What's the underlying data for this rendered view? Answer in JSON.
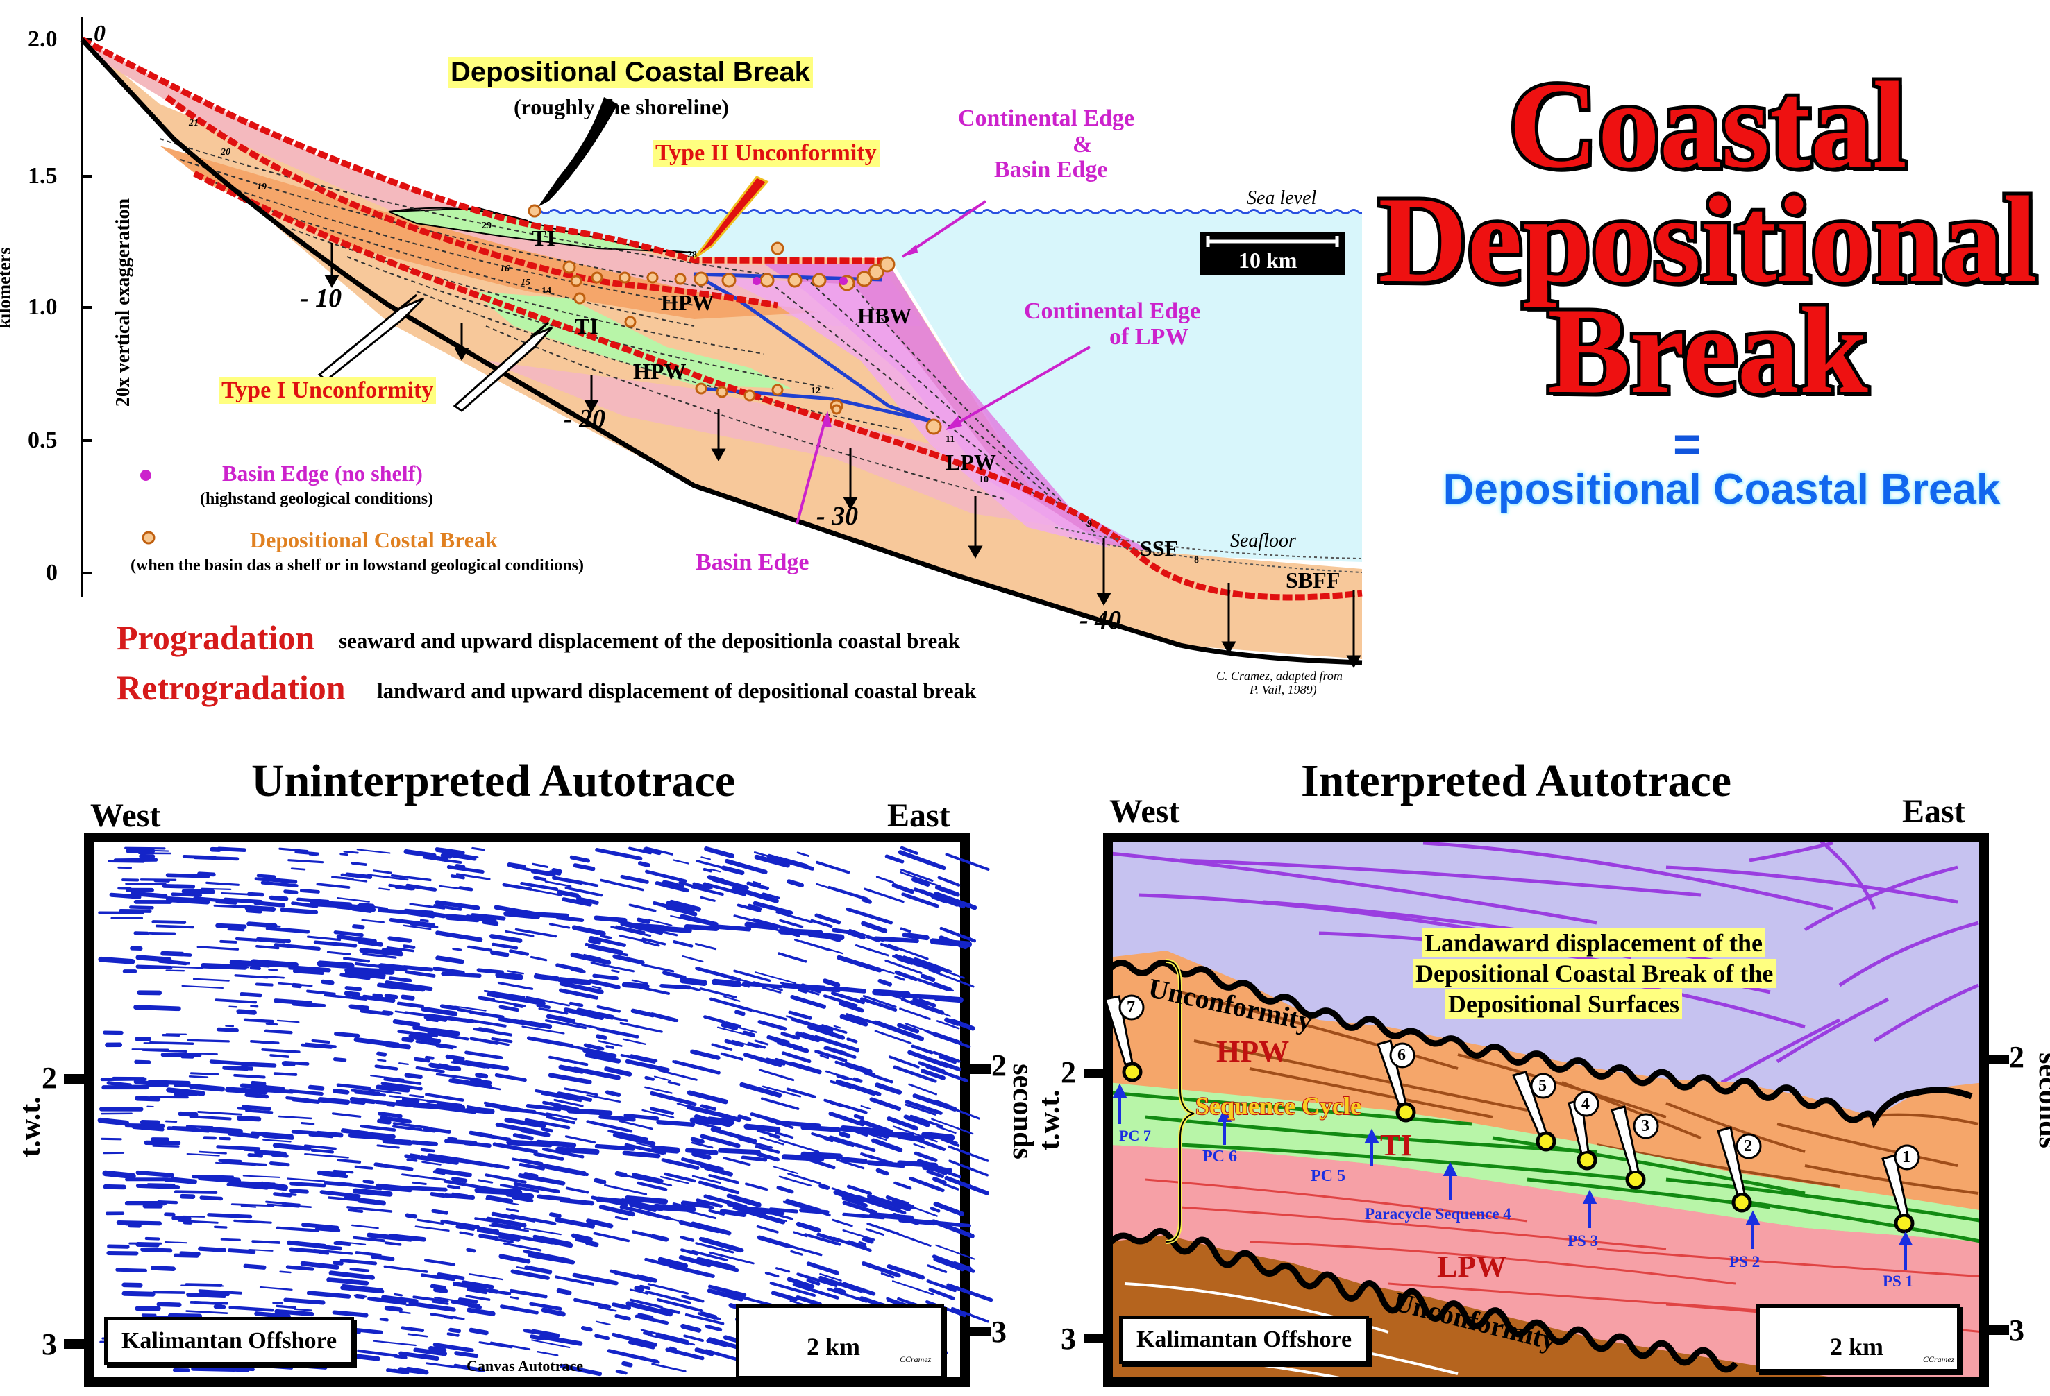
{
  "main_title": {
    "line1": "Coastal",
    "line2": "Depositional",
    "line3": "Break"
  },
  "equals_sign": "=",
  "subtitle": "Depositional Coastal Break",
  "top_diagram": {
    "y_axis": {
      "label_units": "kilometers",
      "label_exaggeration": "20x vertical exaggeration",
      "ticks": [
        "2.0",
        "1.5",
        "1.0",
        "0.5",
        "0"
      ]
    },
    "depth_labels": [
      "0",
      "- 10",
      "- 20",
      "- 30",
      "- 40"
    ],
    "callouts": {
      "dcb_title": "Depositional Coastal Break",
      "dcb_sub": "(roughly the shoreline)",
      "type2": "Type II Unconformity",
      "type1": "Type I Unconformity",
      "continental_edge": "Continental Edge",
      "amp": "&",
      "basin_edge_top": "Basin Edge",
      "continental_edge_lpw_1": "Continental Edge",
      "continental_edge_lpw_2": "of LPW",
      "basin_edge_bottom": "Basin Edge"
    },
    "sea_level": "Sea level",
    "seafloor": "Seafloor",
    "scale_bar": "10 km",
    "units": [
      "TI",
      "TI",
      "HPW",
      "HPW",
      "HBW",
      "LPW",
      "SSF",
      "SBFF"
    ],
    "layer_numbers": [
      "29",
      "28",
      "21",
      "20",
      "19",
      "16",
      "15",
      "14",
      "12",
      "11",
      "10",
      "9",
      "8"
    ],
    "legend": {
      "basin_edge": "Basin Edge (no shelf)",
      "basin_edge_note": "(highstand geological conditions)",
      "dcb": "Depositional Costal Break",
      "dcb_note": "(when the basin das a shelf or in lowstand geological conditions)"
    },
    "credit_1": "C. Cramez, adapted from",
    "credit_2": "P. Vail, 1989)"
  },
  "definitions": {
    "progradation": "Progradation",
    "progradation_desc": "seaward and upward displacement of the depositionla coastal break",
    "retrogradation": "Retrogradation",
    "retrogradation_desc": "landward and upward displacement of depositional coastal break"
  },
  "left_panel": {
    "title": "Uninterpreted Autotrace",
    "west": "West",
    "east": "East",
    "twt": "t.w.t.",
    "seconds": "seconds",
    "tick_2": "2",
    "tick_3": "3",
    "location": "Kalimantan Offshore",
    "scale": "2 km",
    "caption": "Canvas Autotrace",
    "credit": "CCramez"
  },
  "right_panel": {
    "title": "Interpreted Autotrace",
    "west": "West",
    "east": "East",
    "twt": "t.w.t.",
    "seconds": "seconds",
    "tick_2": "2",
    "tick_3": "3",
    "location": "Kalimantan Offshore",
    "scale": "2 km",
    "credit": "CCramez",
    "landward_1": "Landaward displacement of the",
    "landward_2": "Depositional Coastal Break of the",
    "landward_3": "Depositional Surfaces",
    "unconformity_top": "Unconformity",
    "unconformity_bottom": "Unconformity",
    "hpw": "HPW",
    "ti": "TI",
    "lpw": "LPW",
    "sequence_cycle": "Sequence Cycle",
    "markers": [
      "1",
      "2",
      "3",
      "4",
      "5",
      "6",
      "7"
    ],
    "cycles": [
      "PC 7",
      "PC 6",
      "PC  5",
      "Paracycle Sequence  4",
      "PS  3",
      "PS  2",
      "PS 1"
    ]
  },
  "colors": {
    "title_red": "#ee1111",
    "subtitle_blue": "#1166ee",
    "unconformity_red": "#e01010",
    "water": "#d8f6fb",
    "hpw_orange": "#f5a66a",
    "ti_green": "#b8f5a8",
    "lpw_pink": "#f6a0a6",
    "magenta": "#d636d6",
    "upper_lavender": "#c6c2f0",
    "seismic_blue": "#1424c8",
    "brown_base": "#b5641e"
  }
}
